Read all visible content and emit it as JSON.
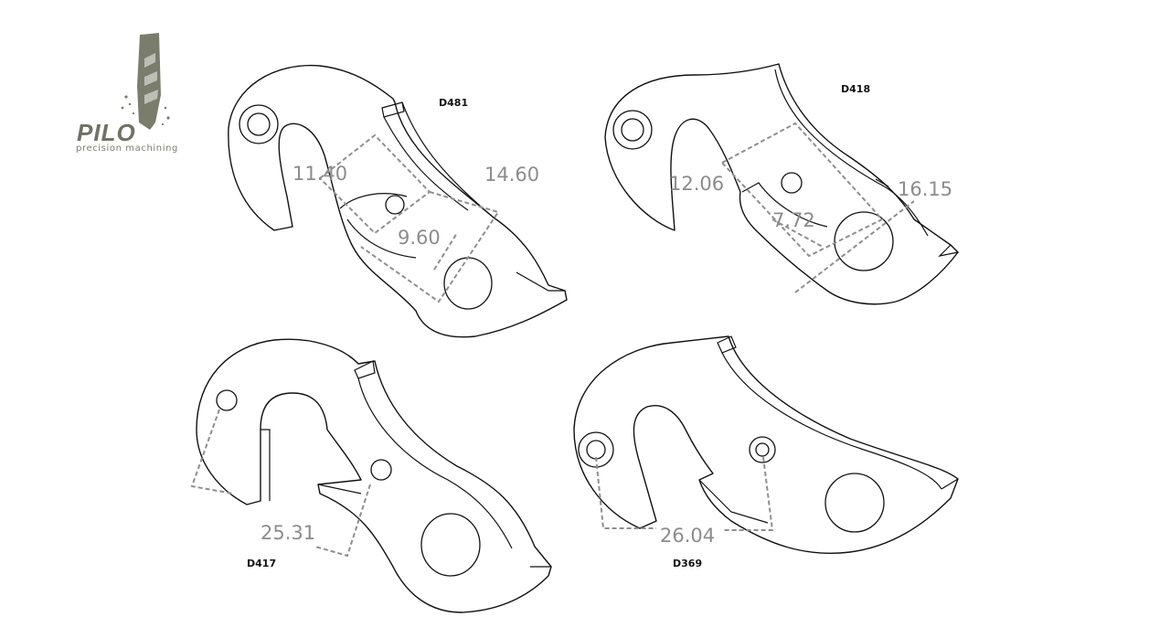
{
  "brand": {
    "name": "PILO",
    "tagline": "precision machining",
    "color": "#6e7262"
  },
  "parts": [
    {
      "id": "D481",
      "label": "D481",
      "dimensions": [
        "11.40",
        "14.60",
        "9.60"
      ]
    },
    {
      "id": "D418",
      "label": "D418",
      "dimensions": [
        "12.06",
        "16.15",
        "7.72"
      ]
    },
    {
      "id": "D417",
      "label": "D417",
      "dimensions": [
        "25.31"
      ]
    },
    {
      "id": "D369",
      "label": "D369",
      "dimensions": [
        "26.04"
      ]
    }
  ],
  "colors": {
    "line": "#111111",
    "dimension": "#8c8c8c",
    "background": "#ffffff"
  }
}
